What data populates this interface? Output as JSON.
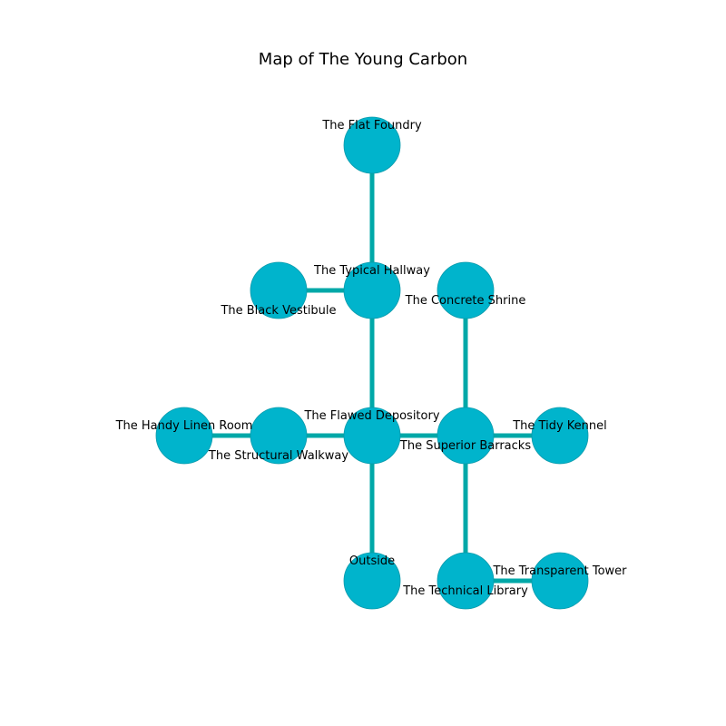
{
  "title": "Map of The Young Carbon",
  "colors": {
    "node_fill": "#00b4cc",
    "node_stroke": "#0a9aab",
    "edge": "#00a8a8",
    "label": "#000000"
  },
  "rooms": [
    {
      "id": "flat-foundry",
      "name": "The Flat Foundry",
      "col": 2,
      "row": 0,
      "label_pos": "above"
    },
    {
      "id": "typical-hallway",
      "name": "The Typical Hallway",
      "col": 2,
      "row": 1,
      "label_pos": "above"
    },
    {
      "id": "black-vestibule",
      "name": "The Black Vestibule",
      "col": 1,
      "row": 1,
      "label_pos": "below"
    },
    {
      "id": "concrete-shrine",
      "name": "The Concrete Shrine",
      "col": 3,
      "row": 1,
      "label_pos": "right"
    },
    {
      "id": "handy-linen-room",
      "name": "The Handy Linen Room",
      "col": 0,
      "row": 2,
      "label_pos": "above"
    },
    {
      "id": "structural-walkway",
      "name": "The Structural Walkway",
      "col": 1,
      "row": 2,
      "label_pos": "below"
    },
    {
      "id": "flawed-depository",
      "name": "The Flawed Depository",
      "col": 2,
      "row": 2,
      "label_pos": "above"
    },
    {
      "id": "superior-barracks",
      "name": "The Superior Barracks",
      "col": 3,
      "row": 2,
      "label_pos": "below"
    },
    {
      "id": "tidy-kennel",
      "name": "The Tidy Kennel",
      "col": 4,
      "row": 2,
      "label_pos": "above"
    },
    {
      "id": "outside",
      "name": "Outside",
      "col": 2,
      "row": 3,
      "label_pos": "above"
    },
    {
      "id": "technical-library",
      "name": "The Technical Library",
      "col": 3,
      "row": 3,
      "label_pos": "below"
    },
    {
      "id": "transparent-tower",
      "name": "The Transparent Tower",
      "col": 4,
      "row": 3,
      "label_pos": "above"
    }
  ],
  "connections": [
    [
      "flat-foundry",
      "typical-hallway"
    ],
    [
      "black-vestibule",
      "typical-hallway"
    ],
    [
      "typical-hallway",
      "flawed-depository"
    ],
    [
      "concrete-shrine",
      "superior-barracks"
    ],
    [
      "handy-linen-room",
      "structural-walkway"
    ],
    [
      "structural-walkway",
      "flawed-depository"
    ],
    [
      "flawed-depository",
      "superior-barracks"
    ],
    [
      "superior-barracks",
      "tidy-kennel"
    ],
    [
      "flawed-depository",
      "outside"
    ],
    [
      "superior-barracks",
      "technical-library"
    ],
    [
      "technical-library",
      "transparent-tower"
    ]
  ]
}
